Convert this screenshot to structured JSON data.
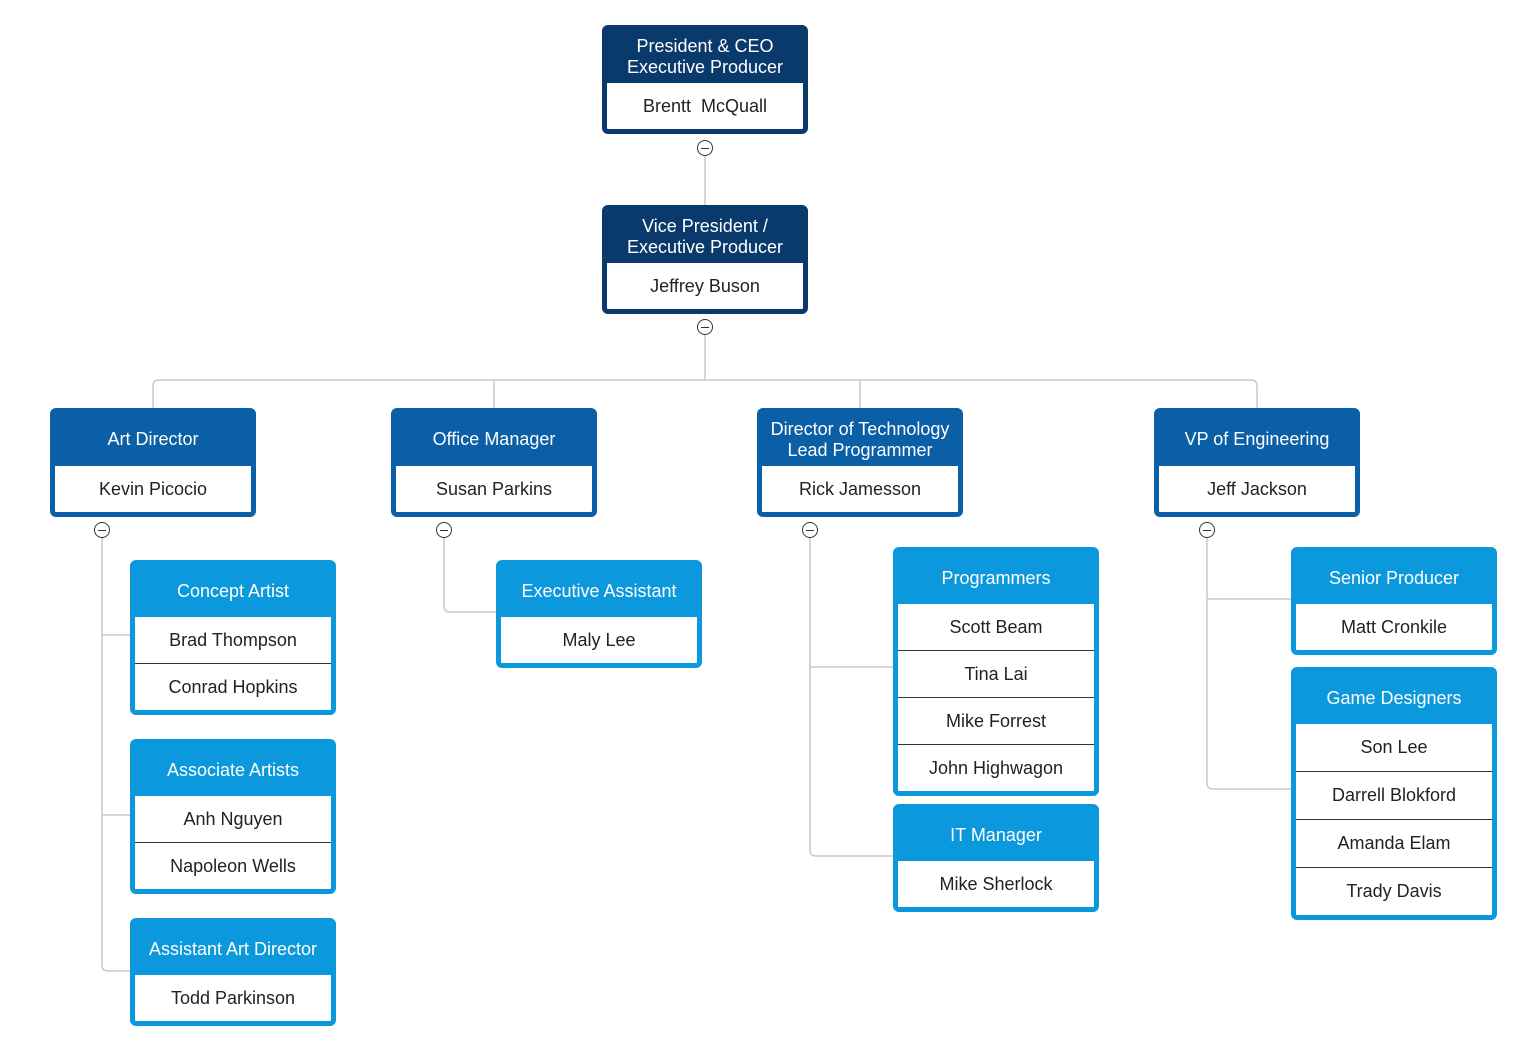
{
  "colors": {
    "top": "#0a3a6b",
    "department": "#0a5fa6",
    "team": "#0c98dc",
    "connector": "#c8c8c8"
  },
  "icons": {
    "toggle": "collapse-minus-icon"
  },
  "ceo": {
    "title": "President & CEO\nExecutive Producer",
    "people": [
      "Brentt  McQuall"
    ]
  },
  "vp": {
    "title": "Vice President /\nExecutive Producer",
    "people": [
      "Jeffrey Buson"
    ]
  },
  "art_director": {
    "title": "Art Director",
    "people": [
      "Kevin Picocio"
    ]
  },
  "office_manager": {
    "title": "Office Manager",
    "people": [
      "Susan Parkins"
    ]
  },
  "tech_director": {
    "title": "Director of Technology\nLead Programmer",
    "people": [
      "Rick Jamesson"
    ]
  },
  "vp_engineering": {
    "title": "VP of Engineering",
    "people": [
      "Jeff Jackson"
    ]
  },
  "concept_artist": {
    "title": "Concept Artist",
    "people": [
      "Brad Thompson",
      "Conrad Hopkins"
    ]
  },
  "associate_artists": {
    "title": "Associate Artists",
    "people": [
      "Anh Nguyen",
      "Napoleon Wells"
    ]
  },
  "assistant_art_director": {
    "title": "Assistant Art Director",
    "people": [
      "Todd Parkinson"
    ]
  },
  "executive_assistant": {
    "title": "Executive Assistant",
    "people": [
      "Maly Lee"
    ]
  },
  "programmers": {
    "title": "Programmers",
    "people": [
      "Scott Beam",
      "Tina Lai",
      "Mike Forrest",
      "John Highwagon"
    ]
  },
  "it_manager": {
    "title": "IT Manager",
    "people": [
      "Mike Sherlock"
    ]
  },
  "senior_producer": {
    "title": "Senior Producer",
    "people": [
      "Matt Cronkile"
    ]
  },
  "game_designers": {
    "title": "Game Designers",
    "people": [
      "Son Lee",
      "Darrell Blokford",
      "Amanda Elam",
      "Trady Davis"
    ]
  }
}
